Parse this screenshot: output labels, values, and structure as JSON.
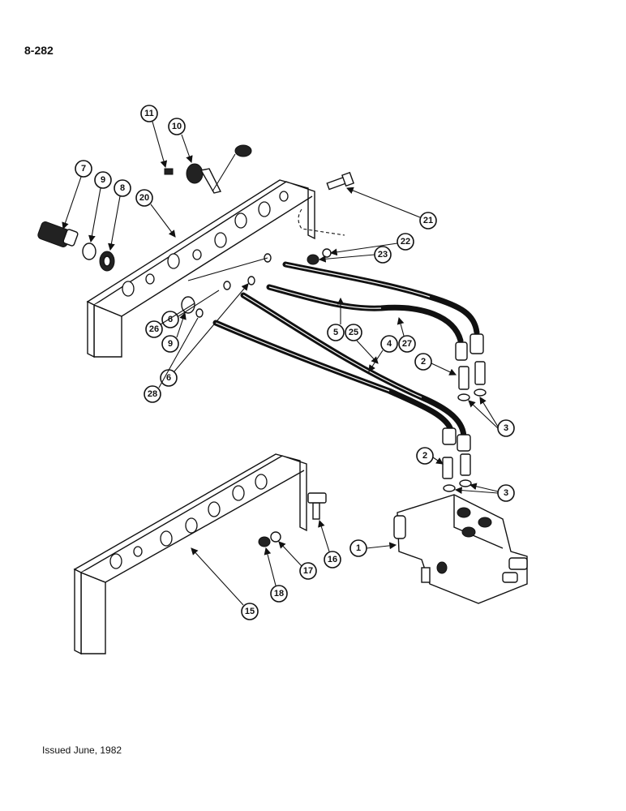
{
  "page_number": "8-282",
  "footer": "Issued June, 1982",
  "callouts": [
    "1",
    "2",
    "2",
    "3",
    "3",
    "4",
    "27",
    "5",
    "25",
    "6",
    "6",
    "7",
    "8",
    "9",
    "9",
    "10",
    "11",
    "15",
    "16",
    "17",
    "18",
    "20",
    "21",
    "22",
    "23",
    "26",
    "28"
  ]
}
